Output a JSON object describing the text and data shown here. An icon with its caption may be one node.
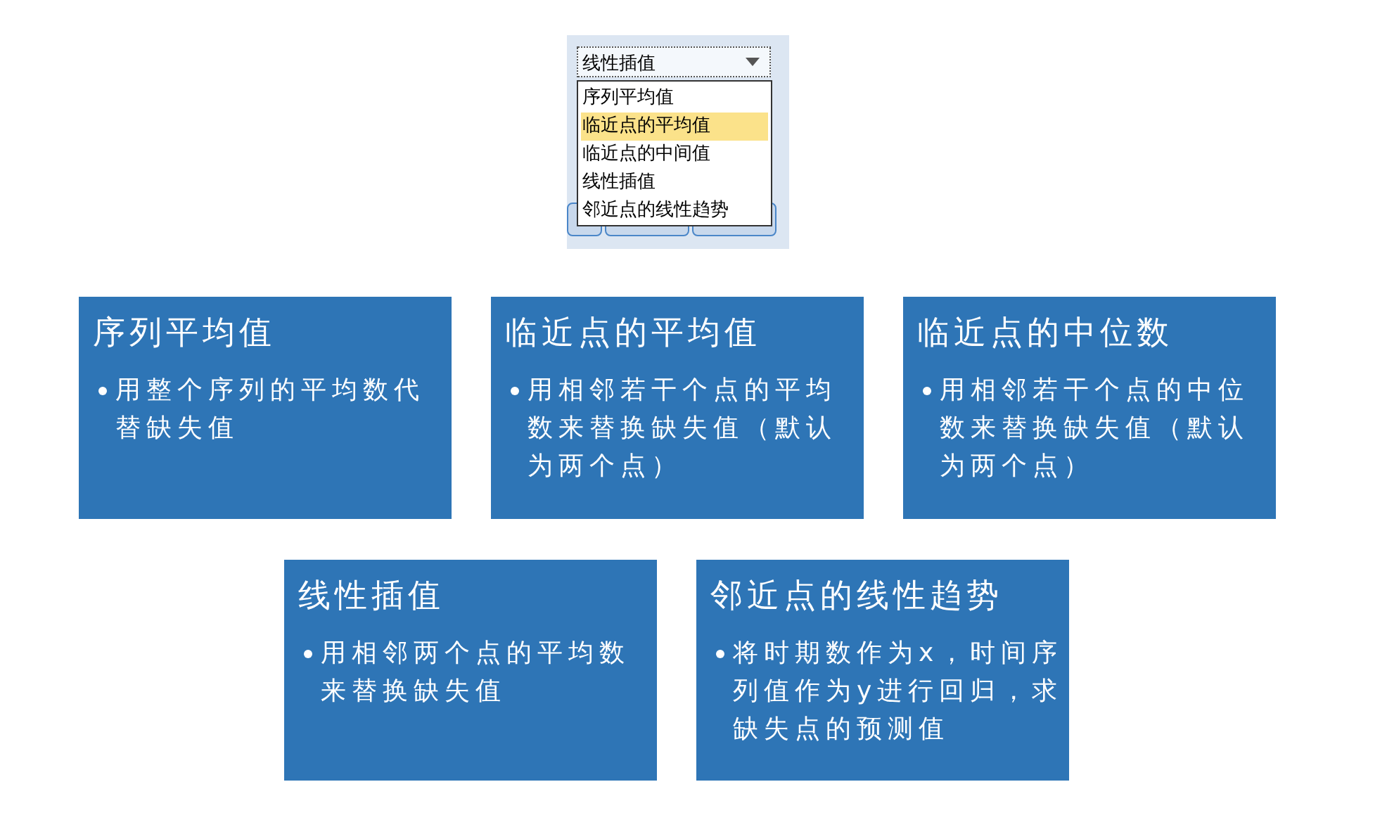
{
  "diagram": {
    "nodes": [
      {
        "text": [
          "序列平均值",
          "用整个序列的平均数代替缺失值"
        ]
      },
      {
        "text": [
          "临近点的平均值",
          "用相邻若干个点的平均数来替换缺失值（默认为两个点）"
        ]
      },
      {
        "text": [
          "临近点的中位数",
          "用相邻若干个点的中位数来替换缺失值（默认为两个点）"
        ]
      },
      {
        "text": [
          "线性插值",
          "用相邻两个点的平均数来替换缺失值"
        ]
      },
      {
        "text": [
          "邻近点的线性趋势",
          "将时期数作为x，时间序列值作为y进行回归，求缺失点的预测值"
        ]
      }
    ],
    "labels": [
      "线性插值",
      "序列平均值",
      "临近点的平均值",
      "临近点的中间值",
      "线性插值",
      "邻近点的线性趋势"
    ]
  }
}
